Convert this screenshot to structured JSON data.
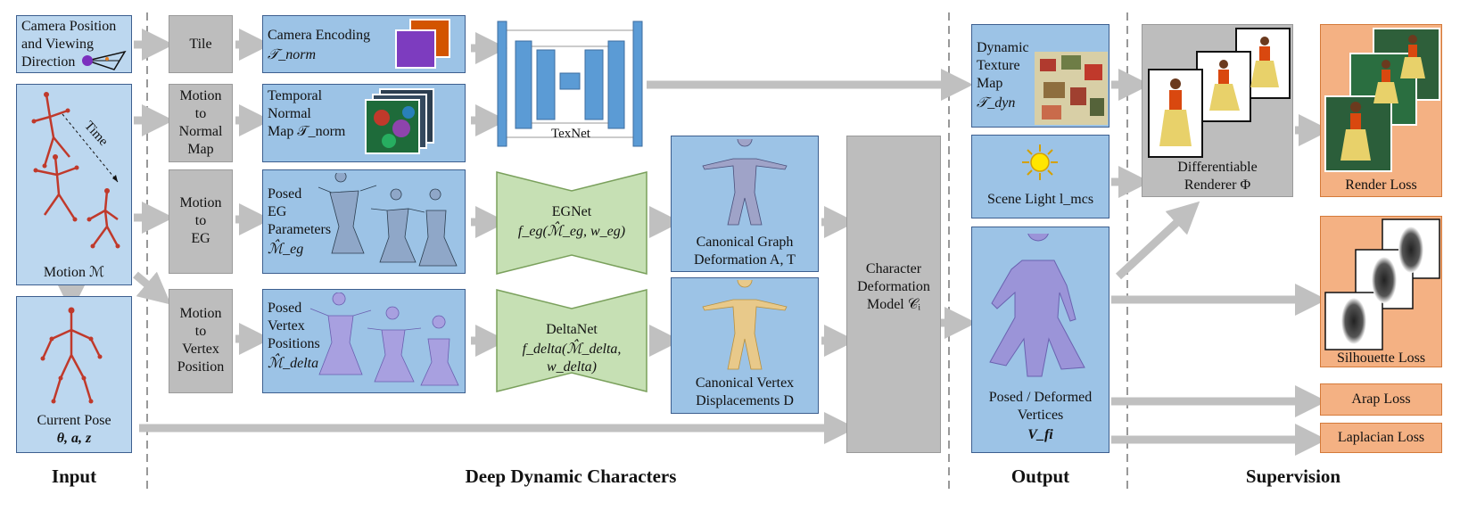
{
  "input": {
    "camera_lines": [
      "Camera Position",
      "and Viewing",
      "Direction"
    ],
    "time_label": "Time",
    "motion_label": "Motion ℳ",
    "current_pose_label": "Current Pose",
    "current_pose_vars": "θ, a, z"
  },
  "steps": {
    "tile": "Tile",
    "motion_normal": [
      "Motion",
      "to",
      "Normal",
      "Map"
    ],
    "motion_eg": [
      "Motion",
      "to",
      "EG"
    ],
    "motion_vertex": [
      "Motion",
      "to",
      "Vertex",
      "Position"
    ]
  },
  "features": {
    "camera_encoding": [
      "Camera Encoding",
      "𝒯_norm"
    ],
    "temporal_normal": [
      "Temporal",
      "Normal",
      "Map 𝒯_norm"
    ],
    "posed_eg": [
      "Posed",
      "EG",
      "Parameters",
      "ℳ̂_eg"
    ],
    "posed_vertex": [
      "Posed",
      "Vertex",
      "Positions",
      "ℳ̂_delta"
    ]
  },
  "networks": {
    "texnet": "TexNet",
    "egnet": "EGNet",
    "egnet_formula": "f_eg(ℳ̂_eg, w_eg)",
    "deltanet": "DeltaNet",
    "deltanet_formula": "f_delta(ℳ̂_delta, w_delta)"
  },
  "canonical": {
    "graph": [
      "Canonical Graph",
      "Deformation A, T"
    ],
    "vertex": [
      "Canonical Vertex",
      "Displacements D"
    ]
  },
  "deformation_model": [
    "Character",
    "Deformation",
    "Model 𝒞ᵢ"
  ],
  "output": {
    "texture": [
      "Dynamic",
      "Texture",
      "Map",
      "𝒯_dyn"
    ],
    "scene_light": "Scene Light l_mcs",
    "posed_vertices": [
      "Posed / Deformed",
      "Vertices",
      "V_fi"
    ]
  },
  "renderer": [
    "Differentiable",
    "Renderer Φ"
  ],
  "losses": {
    "render": "Render Loss",
    "silhouette": "Silhouette Loss",
    "arap": "Arap Loss",
    "laplacian": "Laplacian Loss"
  },
  "sections": {
    "input": "Input",
    "ddc": "Deep Dynamic Characters",
    "output": "Output",
    "supervision": "Supervision"
  },
  "colors": {
    "blue": "#9cc3e6",
    "gray": "#bdbdbd",
    "green": "#c6e0b4",
    "orange": "#f4b183",
    "skeleton": "#c0392b",
    "mesh": "#9a9adf"
  }
}
